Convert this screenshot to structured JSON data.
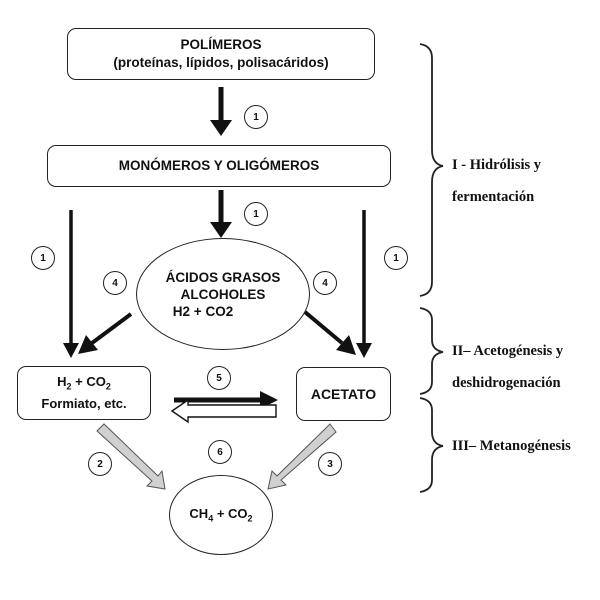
{
  "boxes": {
    "polimeros": {
      "title": "POLÍMEROS",
      "subtitle": "(proteínas, lípidos, polisacáridos)"
    },
    "monomeros": {
      "title": "MONÓMEROS Y OLIGÓMEROS"
    },
    "acidos": {
      "line1": "ÁCIDOS GRASOS",
      "line2": "ALCOHOLES",
      "line3": "H2 + CO2"
    },
    "h2co2": {
      "line1_main": "H",
      "line1_sub1": "2",
      "line1_mid": " + CO",
      "line1_sub2": "2",
      "line2": "Formiato, etc."
    },
    "acetato": {
      "label": "ACETATO"
    },
    "ch4": {
      "main1": "CH",
      "sub1": "4",
      "mid": " + CO",
      "sub2": "2"
    }
  },
  "steps": {
    "s1a": "1",
    "s1b": "1",
    "s1c": "1",
    "s1d": "1",
    "s4a": "4",
    "s4b": "4",
    "s5": "5",
    "s6": "6",
    "s2": "2",
    "s3": "3"
  },
  "phases": {
    "p1": {
      "line1": "I - Hidrólisis y",
      "line2": "fermentación"
    },
    "p2": {
      "line1": "II– Acetogénesis y",
      "line2": "deshidrogenación"
    },
    "p3": {
      "line1": "III– Metanogénesis"
    }
  }
}
